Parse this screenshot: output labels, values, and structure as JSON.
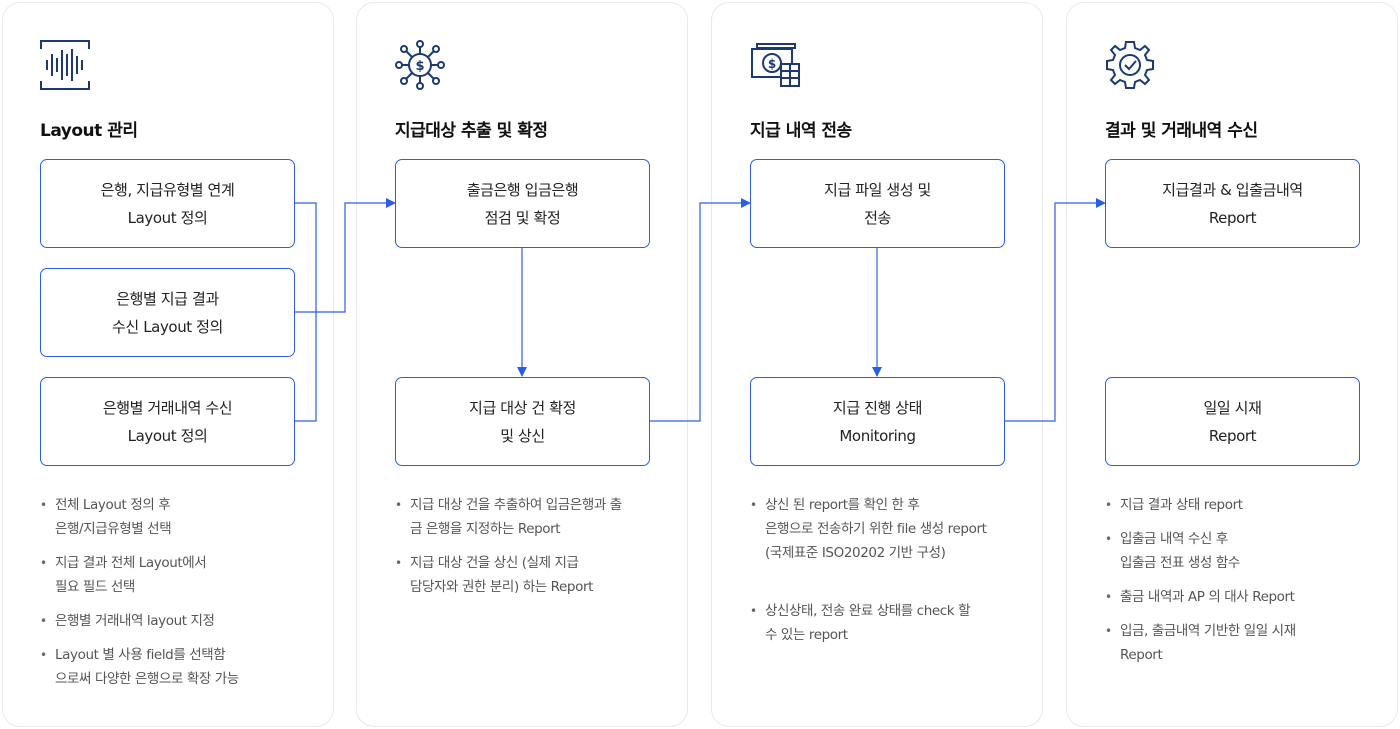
{
  "columns": [
    {
      "title": "Layout 관리",
      "icon": "barcode-scan-icon",
      "boxes": [
        [
          "은행, 지급유형별 연계",
          "Layout 정의"
        ],
        [
          "은행별 지급 결과",
          "수신 Layout 정의"
        ],
        [
          "은행별 거래내역 수신",
          "Layout 정의"
        ]
      ],
      "notes": [
        [
          "전체 Layout 정의 후",
          "은행/지급유형별 선택"
        ],
        [
          "지급 결과 전체 Layout에서",
          "필요 필드 선택"
        ],
        [
          "은행별 거래내역 layout 지정"
        ],
        [
          "Layout 별 사용 field를 선택함",
          "으로써 다양한 은행으로 확장 가능"
        ]
      ]
    },
    {
      "title": "지급대상 추출 및 확정",
      "icon": "dollar-network-icon",
      "boxes": [
        [
          "출금은행 입금은행",
          "점검 및 확정"
        ],
        [
          "지급 대상 건 확정",
          "및 상신"
        ]
      ],
      "notes": [
        [
          "지급 대상 건을 추출하여 입금은행과 출",
          "금 은행을 지정하는 Report"
        ],
        [
          "지급 대상 건을 상신 (실제 지급",
          "담당자와 권한 분리) 하는 Report"
        ]
      ]
    },
    {
      "title": "지급 내역 전송",
      "icon": "money-transfer-icon",
      "boxes": [
        [
          "지급 파일 생성 및",
          "전송"
        ],
        [
          "지급 진행 상태",
          "Monitoring"
        ]
      ],
      "notes": [
        [
          "상신 된 report를 확인 한 후",
          "은행으로 전송하기 위한 file 생성 report",
          "(국제표준 ISO20202 기반 구성)"
        ],
        [
          "상신상태, 전송 완료 상태를 check 할",
          "수 있는 report"
        ]
      ]
    },
    {
      "title": "결과 및 거래내역 수신",
      "icon": "gear-check-icon",
      "boxes": [
        [
          "지급결과 & 입출금내역",
          "Report"
        ],
        [
          "일일 시재",
          "Report"
        ]
      ],
      "notes": [
        [
          "지급 결과 상태 report"
        ],
        [
          "입출금 내역 수신 후",
          "입출금 전표 생성 함수"
        ],
        [
          "출금 내역과 AP 의 대사 Report"
        ],
        [
          "입금, 출금내역 기반한 일일 시재",
          "Report"
        ]
      ]
    }
  ],
  "colors": {
    "accent": "#2c5fe0",
    "icon": "#1c3a70",
    "border": "#e9e9ee"
  }
}
